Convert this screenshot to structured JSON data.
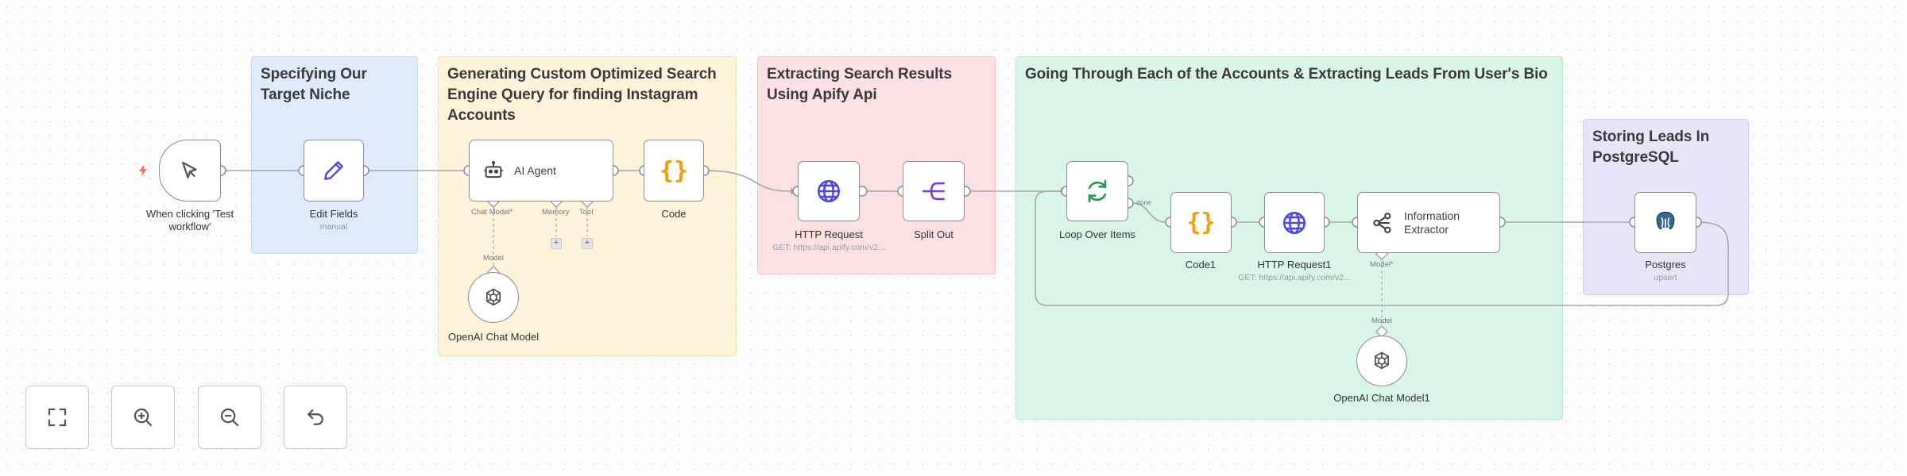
{
  "stickies": {
    "niche": "Specifying Our Target Niche",
    "query": "Generating Custom Optimized Search Engine Query for finding Instagram Accounts",
    "extract": "Extracting Search Results Using Apify Api",
    "loop": "Going Through Each of the Accounts & Extracting Leads From User's Bio",
    "store": "Storing Leads In PostgreSQL"
  },
  "nodes": {
    "trigger": {
      "label": "When clicking 'Test workflow'"
    },
    "edit_fields": {
      "label": "Edit Fields",
      "sub": "manual"
    },
    "ai_agent": {
      "label": "AI Agent",
      "port_chat": "Chat Model*",
      "port_memory": "Memory",
      "port_tool": "Tool"
    },
    "code": {
      "label": "Code"
    },
    "openai": {
      "label": "OpenAI Chat Model",
      "edge_label": "Model"
    },
    "http_request": {
      "label": "HTTP Request",
      "sub": "GET: https://api.apify.com/v2..."
    },
    "split_out": {
      "label": "Split Out"
    },
    "loop_over": {
      "label": "Loop Over Items",
      "done": "done"
    },
    "code1": {
      "label": "Code1"
    },
    "http_request1": {
      "label": "HTTP Request1",
      "sub": "GET: https://api.apify.com/v2..."
    },
    "info_extractor": {
      "label": "Information Extractor",
      "port_model": "Model*"
    },
    "openai1": {
      "label": "OpenAI Chat Model1",
      "edge_label": "Model"
    },
    "postgres": {
      "label": "Postgres",
      "sub": "upsert"
    }
  },
  "controls": {
    "fit": "fit-view-icon",
    "zoom_in": "zoom-in-icon",
    "zoom_out": "zoom-out-icon",
    "reset": "reset-zoom-icon"
  },
  "colors": {
    "sticky_blue": "#dfeafa",
    "sticky_yellow": "#fdf3d8",
    "sticky_red": "#fde0e2",
    "sticky_green": "#d8f5e6",
    "sticky_purple": "#e7e5f7",
    "code_orange": "#f59e0b",
    "globe_blue": "#4f46e5",
    "split_purple": "#7c3aed",
    "loop_green": "#2e9b58",
    "postgres_blue": "#336791"
  }
}
